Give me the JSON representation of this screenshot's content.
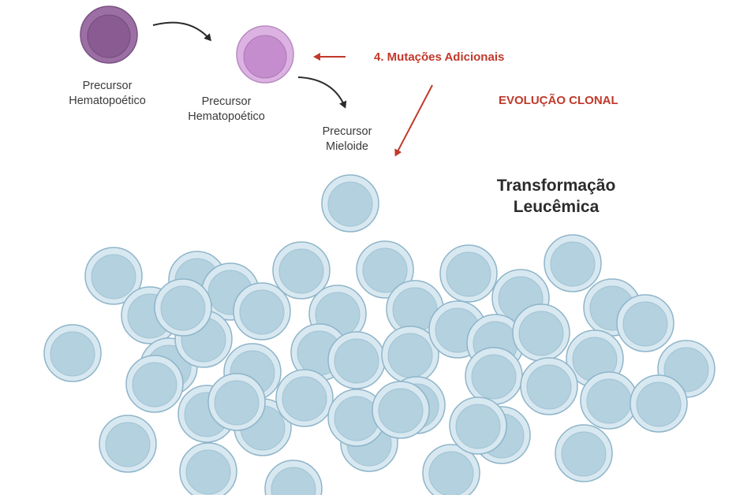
{
  "labels": {
    "precursor1": [
      "Precursor",
      "Hematopoético"
    ],
    "precursor2": [
      "Precursor",
      "Hematopoético"
    ],
    "precursor3": [
      "Precursor",
      "Mieloide"
    ],
    "mutations": "4. Mutações Adicionais",
    "evolution": "EVOLUÇÃO CLONAL",
    "transformation": [
      "Transformação",
      "Leucêmica"
    ]
  },
  "colors": {
    "precursor1_fill": "#9b6fa3",
    "precursor1_nucleus": "#8a5b93",
    "precursor2_fill": "#d9aee0",
    "precursor2_nucleus": "#c68fce",
    "blast_fill": "#d8e8f1",
    "blast_nucleus": "#b3d1df",
    "blast_stroke": "#8fb5c9",
    "accent_red": "#c0392b",
    "arrow_dark": "#2b2b2b"
  },
  "icons": {
    "precursor1": "hematopoietic-precursor-cell-icon",
    "precursor2": "hematopoietic-precursor-cell-icon",
    "blasts": "leukemic-blast-cell-icon"
  }
}
